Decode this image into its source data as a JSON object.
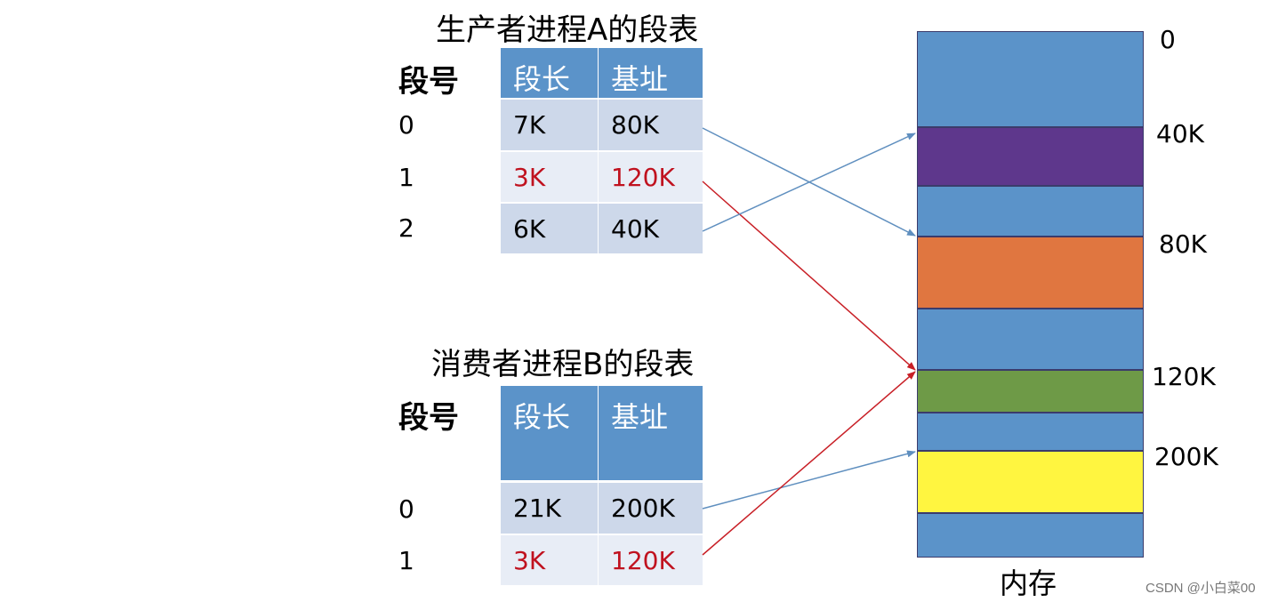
{
  "table_a": {
    "title": "生产者进程A的段表",
    "seg_label": "段号",
    "col_len": "段长",
    "col_base": "基址",
    "rows": [
      {
        "seg": "0",
        "len": "7K",
        "base": "80K"
      },
      {
        "seg": "1",
        "len": "3K",
        "base": "120K"
      },
      {
        "seg": "2",
        "len": "6K",
        "base": "40K"
      }
    ]
  },
  "table_b": {
    "title": "消费者进程B的段表",
    "seg_label": "段号",
    "col_len": "段长",
    "col_base": "基址",
    "rows": [
      {
        "seg": "0",
        "len": "21K",
        "base": "200K"
      },
      {
        "seg": "1",
        "len": "3K",
        "base": "120K"
      }
    ]
  },
  "memory": {
    "label": "内存",
    "addresses": [
      "0",
      "40K",
      "80K",
      "120K",
      "200K"
    ],
    "colors": {
      "free": "#5b93c9",
      "seg_40k": "#5e378c",
      "seg_80k": "#e07640",
      "seg_120k": "#6e9a47",
      "seg_200k": "#fff540",
      "arrow_blue": "#5f8fbf",
      "arrow_red": "#c81f26",
      "highlight": "#c0121f"
    }
  },
  "watermark": "CSDN @小白菜00"
}
